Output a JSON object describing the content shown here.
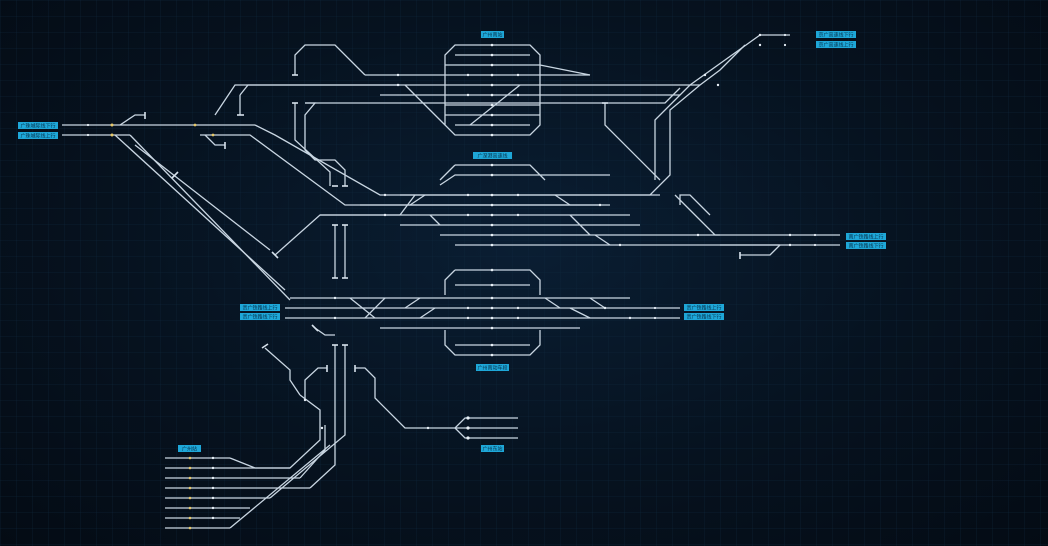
{
  "colors": {
    "background": "#06121f",
    "grid": "#0f2a40",
    "track": "#c9d6e2",
    "signal_yellow": "#e6c86a",
    "label_bg": "#1ea7d8"
  },
  "labels": {
    "top_station": "广州南站",
    "top_right_upper": "京广高速线下行",
    "top_right_lower": "京广高速线上行",
    "left_upper": "广珠城际线下行",
    "left_lower": "广珠城际线上行",
    "middle_station": "广深港高速线",
    "right_middle_upper": "南广铁路线上行",
    "right_middle_lower": "南广铁路线下行",
    "left_middle_upper": "贵广铁路线上行",
    "left_middle_lower": "贵广铁路线下行",
    "right_bottom_upper": "贵广铁路线上行",
    "right_bottom_lower": "贵广铁路线下行",
    "bottom_station": "广州南动车段",
    "bottom_right_depot": "广州东站",
    "bottom_left_depot": "广州站"
  }
}
